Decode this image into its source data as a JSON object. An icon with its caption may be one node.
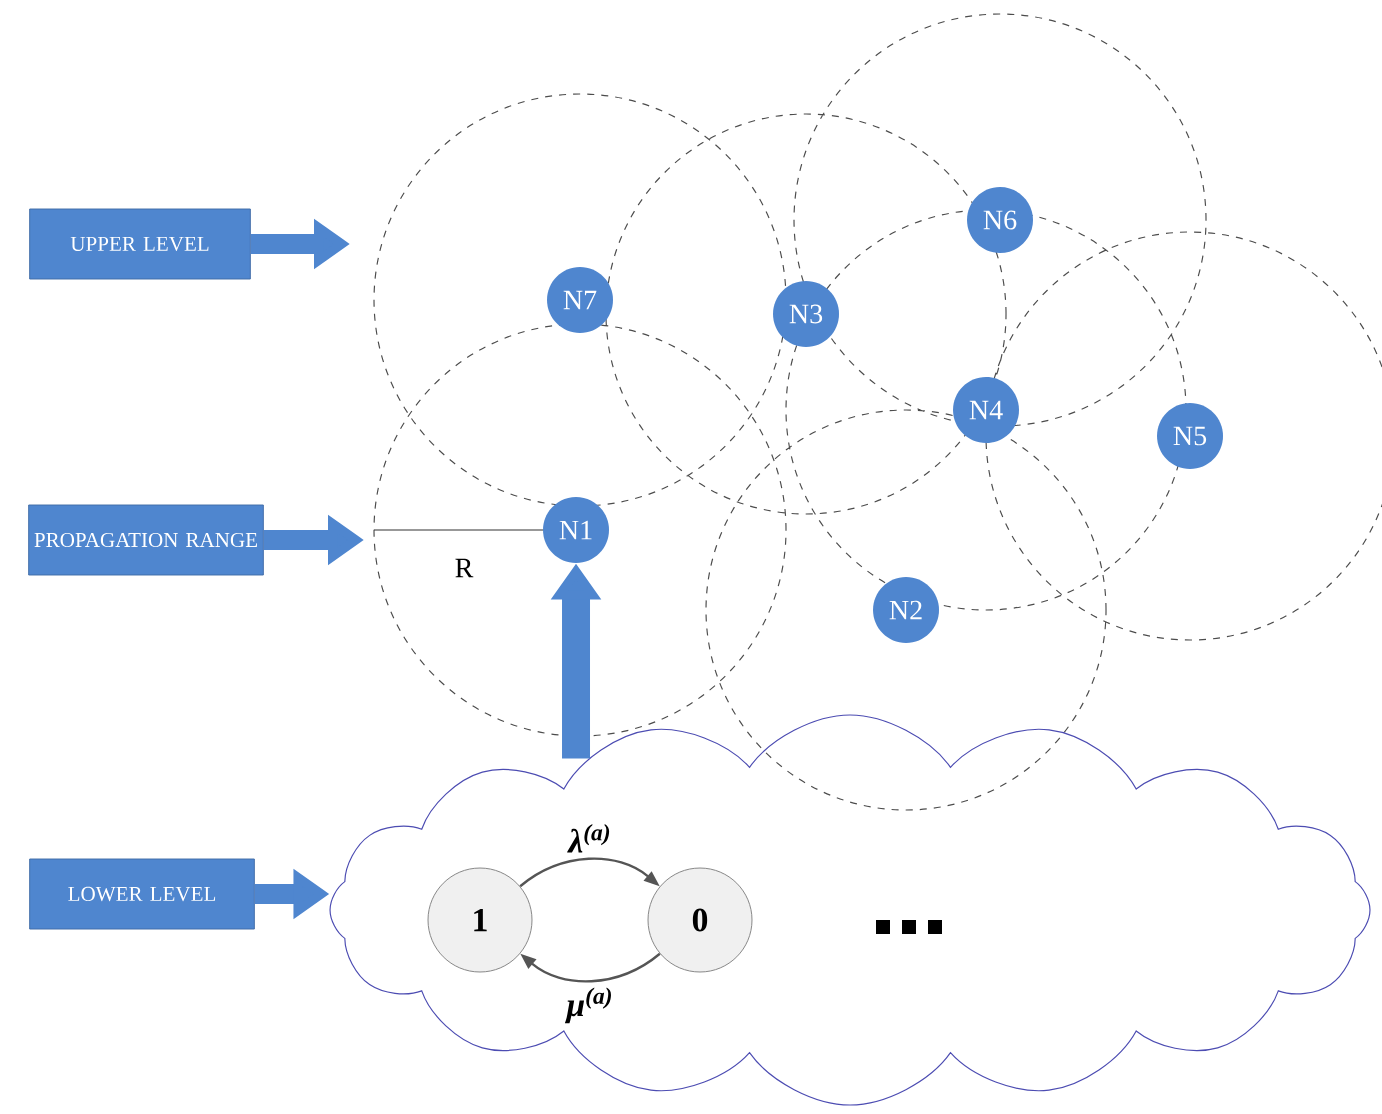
{
  "diagram": {
    "nodes": [
      {
        "text": [
          "UPPER LEVEL"
        ]
      },
      {
        "text": [
          "PROPAGATION RANGE"
        ]
      },
      {
        "text": [
          "LOWER LEVEL"
        ]
      },
      {
        "text": [
          "N7"
        ]
      },
      {
        "text": [
          "N3"
        ]
      },
      {
        "text": [
          "N6"
        ]
      },
      {
        "text": [
          "N4"
        ]
      },
      {
        "text": [
          "N5"
        ]
      },
      {
        "text": [
          "N1"
        ]
      },
      {
        "text": [
          "N2"
        ]
      },
      {
        "text": [],
        "shape": "cloud"
      },
      {
        "text": [
          "1"
        ],
        "in": 10
      },
      {
        "text": [
          "0"
        ],
        "in": 10
      }
    ],
    "edges": [
      {
        "from": 0,
        "to": null,
        "arrow": "to"
      },
      {
        "from": 1,
        "to": null,
        "arrow": "to"
      },
      {
        "from": 2,
        "to": 10,
        "arrow": "to"
      },
      {
        "from": 10,
        "to": 8,
        "arrow": "to"
      },
      {
        "from": 11,
        "to": 12,
        "arrow": "to",
        "label": "λ$^{(a)}$",
        "color": "#555555"
      },
      {
        "from": 12,
        "to": 11,
        "arrow": "to",
        "label": "μ$^{(a)}$",
        "color": "#555555"
      }
    ],
    "labels": [
      "R"
    ]
  }
}
